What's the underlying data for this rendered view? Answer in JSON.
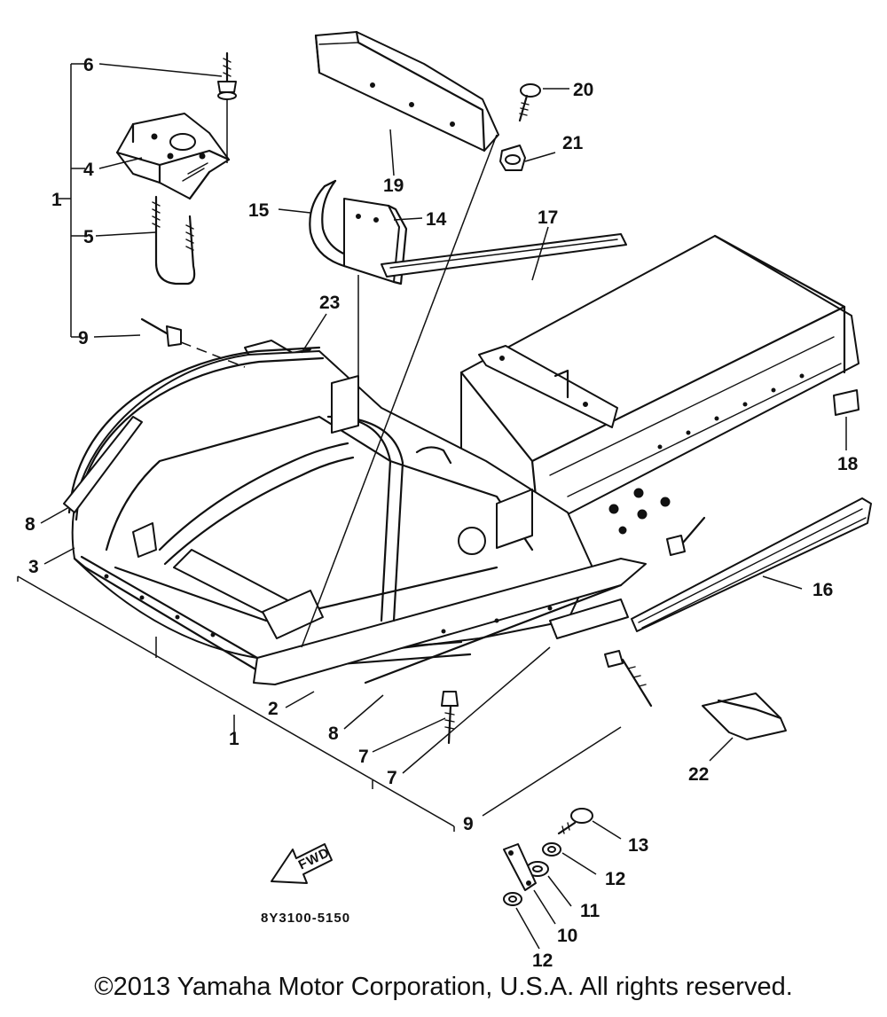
{
  "diagram": {
    "drawing_code": "8Y3100-5150",
    "fwd_label": "FWD",
    "callouts": [
      {
        "id": "c1a",
        "label": "1"
      },
      {
        "id": "c1b",
        "label": "1"
      },
      {
        "id": "c2",
        "label": "2"
      },
      {
        "id": "c3",
        "label": "3"
      },
      {
        "id": "c4",
        "label": "4"
      },
      {
        "id": "c5",
        "label": "5"
      },
      {
        "id": "c6",
        "label": "6"
      },
      {
        "id": "c7a",
        "label": "7"
      },
      {
        "id": "c7b",
        "label": "7"
      },
      {
        "id": "c8a",
        "label": "8"
      },
      {
        "id": "c8b",
        "label": "8"
      },
      {
        "id": "c9a",
        "label": "9"
      },
      {
        "id": "c9b",
        "label": "9"
      },
      {
        "id": "c10",
        "label": "10"
      },
      {
        "id": "c11",
        "label": "11"
      },
      {
        "id": "c12a",
        "label": "12"
      },
      {
        "id": "c12b",
        "label": "12"
      },
      {
        "id": "c13",
        "label": "13"
      },
      {
        "id": "c14",
        "label": "14"
      },
      {
        "id": "c15",
        "label": "15"
      },
      {
        "id": "c16",
        "label": "16"
      },
      {
        "id": "c17",
        "label": "17"
      },
      {
        "id": "c18",
        "label": "18"
      },
      {
        "id": "c19",
        "label": "19"
      },
      {
        "id": "c20",
        "label": "20"
      },
      {
        "id": "c21",
        "label": "21"
      },
      {
        "id": "c22",
        "label": "22"
      },
      {
        "id": "c23",
        "label": "23"
      }
    ]
  },
  "footer": {
    "copyright": "©2013 Yamaha Motor Corporation, U.S.A. All rights reserved."
  }
}
